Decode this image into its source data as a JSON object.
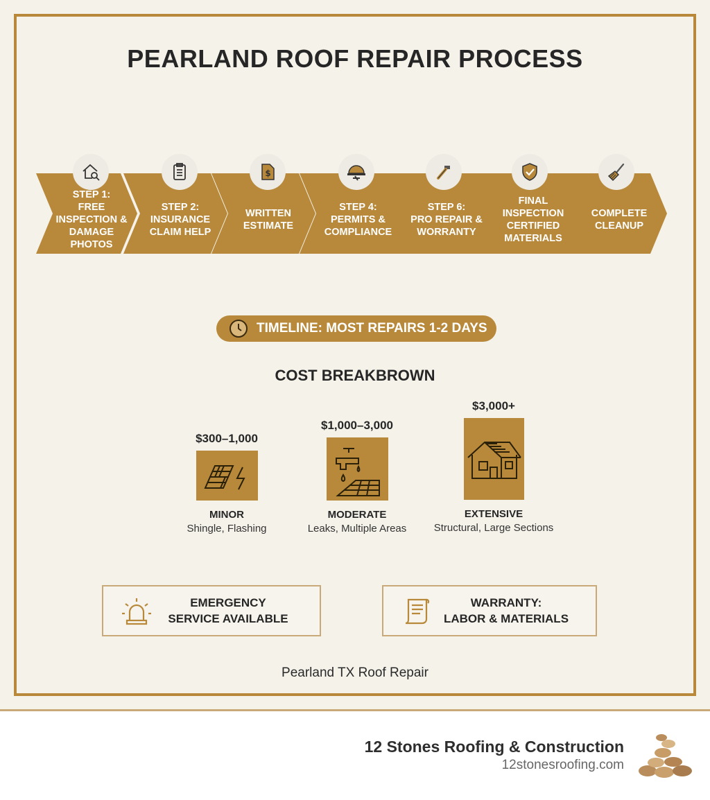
{
  "title": "PEARLAND ROOF REPAIR PROCESS",
  "steps": [
    {
      "label": "STEP 1:\nFREE INSPECTION &\nDAMAGE PHOTOS",
      "icon": "house-search-icon"
    },
    {
      "label": "STEP 2:\nINSURANCE\nCLAIM HELP",
      "icon": "clipboard-icon"
    },
    {
      "label": "WRITTEN\nESTIMATE",
      "icon": "estimate-document-icon"
    },
    {
      "label": "STEP 4:\nPERMITS &\nCOMPLIANCE",
      "icon": "hard-hat-icon"
    },
    {
      "label": "STEP 6:\nPRO REPAIR &\nWORRANTY",
      "icon": "hammer-icon"
    },
    {
      "label": "FINAL\nINSPECTION\nCERTIFIED\nMATERIALS",
      "icon": "shield-check-icon"
    },
    {
      "label": "COMPLETE\nCLEANUP",
      "icon": "broom-icon"
    }
  ],
  "timeline": "TIMELINE: MOST REPAIRS 1-2 DAYS",
  "cost_title": "COST BREAKBROWN",
  "tiers": [
    {
      "price": "$300–1,000",
      "name": "MINOR",
      "desc": "Shingle, Flashing",
      "icon": "shingle-damage-icon"
    },
    {
      "price": "$1,000–3,000",
      "name": "MODERATE",
      "desc": "Leaks, Multiple Areas",
      "icon": "leak-faucet-icon"
    },
    {
      "price": "$3,000+",
      "name": "EXTENSIVE",
      "desc": "Structural, Large Sections",
      "icon": "house-icon"
    }
  ],
  "features": [
    {
      "text": "EMERGENCY\nSERVICE AVAILABLE",
      "icon": "siren-icon"
    },
    {
      "text": "WARRANTY:\nLABOR & MATERIALS",
      "icon": "scroll-icon"
    }
  ],
  "caption": "Pearland TX Roof Repair",
  "brand": {
    "name": "12 Stones Roofing & Construction",
    "site": "12stonesroofing.com"
  },
  "colors": {
    "accent": "#b8893a",
    "background": "#f5f2ea",
    "text": "#262626"
  }
}
